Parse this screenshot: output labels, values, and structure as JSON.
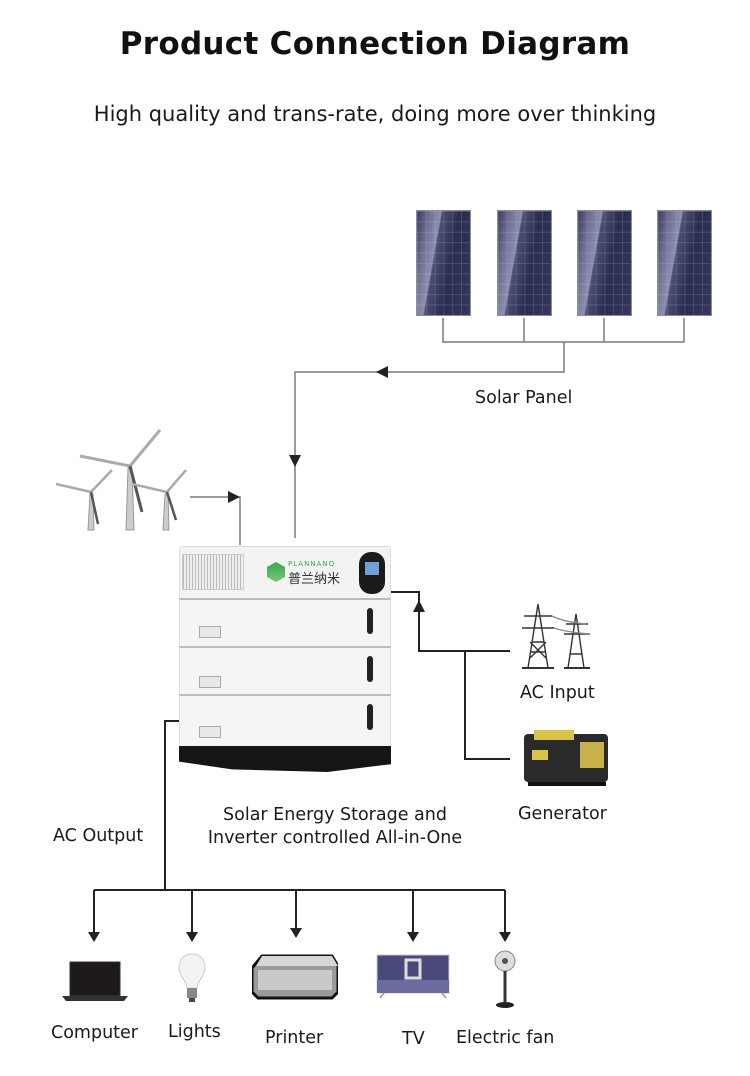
{
  "header": {
    "title": "Product Connection Diagram",
    "subtitle": "High quality and trans-rate, doing more over thinking"
  },
  "sources": {
    "solar_panel": {
      "label": "Solar Panel",
      "icon": "solar-panel-icon",
      "count": 4
    },
    "wind_turbine": {
      "icon": "wind-turbine-icon",
      "count": 3
    },
    "ac_input": {
      "label": "AC Input",
      "icon": "power-tower-icon"
    },
    "generator": {
      "label": "Generator",
      "icon": "generator-icon"
    }
  },
  "central_unit": {
    "label_line1": "Solar Energy Storage and",
    "label_line2": "Inverter controlled All-in-One",
    "brand_en": "PLANNANO",
    "brand_cn": "普兰纳米",
    "brand_color": "#3aa845"
  },
  "output": {
    "label": "AC Output",
    "loads": [
      {
        "label": "Computer",
        "icon": "laptop-icon"
      },
      {
        "label": "Lights",
        "icon": "light-bulb-icon"
      },
      {
        "label": "Printer",
        "icon": "printer-icon"
      },
      {
        "label": "TV",
        "icon": "tv-icon"
      },
      {
        "label": "Electric fan",
        "icon": "electric-fan-icon"
      }
    ]
  },
  "colors": {
    "wire_light": "#7a7a7a",
    "wire_dark": "#222222"
  }
}
